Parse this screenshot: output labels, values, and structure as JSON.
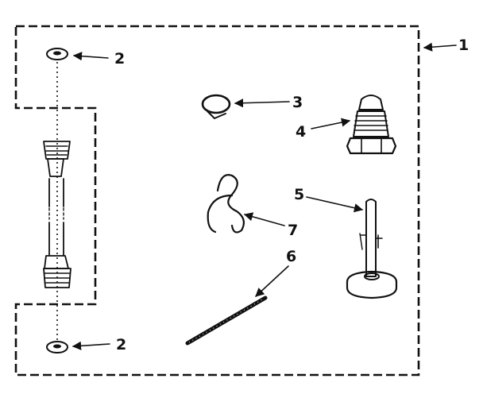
{
  "diagram": {
    "callouts": {
      "kit": "1",
      "washer_top": "2",
      "washer_bottom": "2",
      "clamp": "3",
      "fitting": "4",
      "leveling_leg": "5",
      "rod": "6",
      "hook": "7"
    },
    "colors": {
      "ink": "#111111",
      "paper": "#ffffff"
    }
  }
}
